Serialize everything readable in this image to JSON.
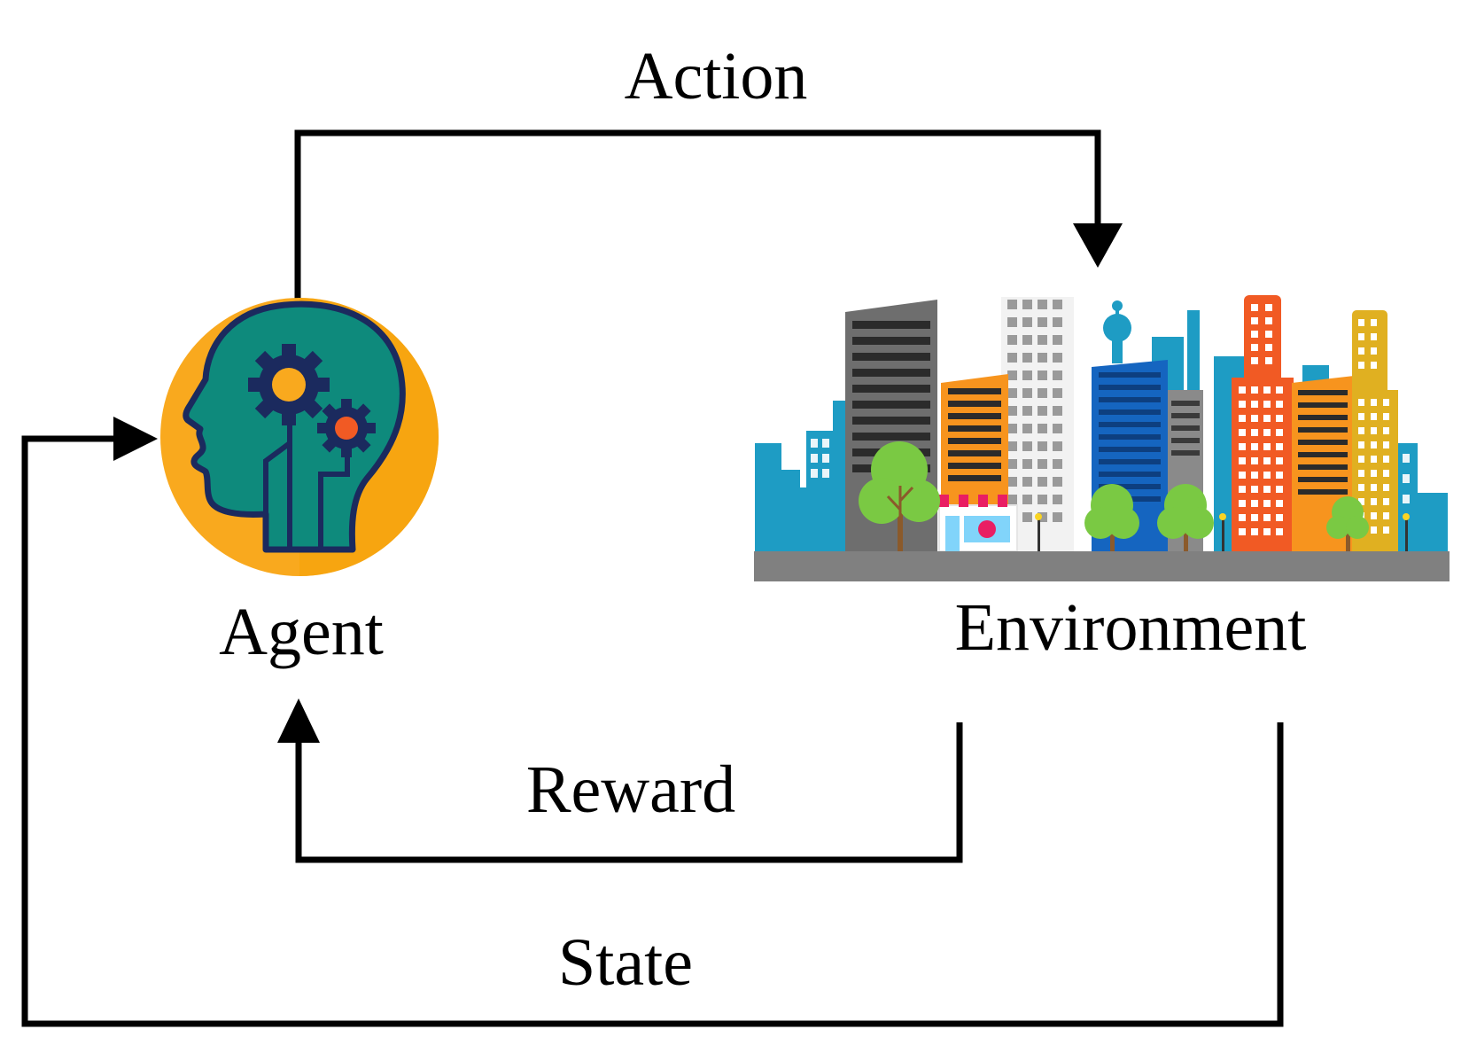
{
  "labels": {
    "action": "Action",
    "agent": "Agent",
    "environment": "Environment",
    "reward": "Reward",
    "state": "State"
  },
  "icons": {
    "agent": "head-with-gears-icon",
    "environment": "city-skyline-icon"
  },
  "colors": {
    "line": "#000000",
    "agent_circle": "#F9A91E",
    "agent_head": "#0E8A7C",
    "agent_outline": "#1B2A5E",
    "gear_center_large": "#F9A91E",
    "gear_center_small": "#F15A24",
    "ground": "#808080",
    "bg_buildings": "#1E9CC4",
    "tree": "#7AC943"
  }
}
